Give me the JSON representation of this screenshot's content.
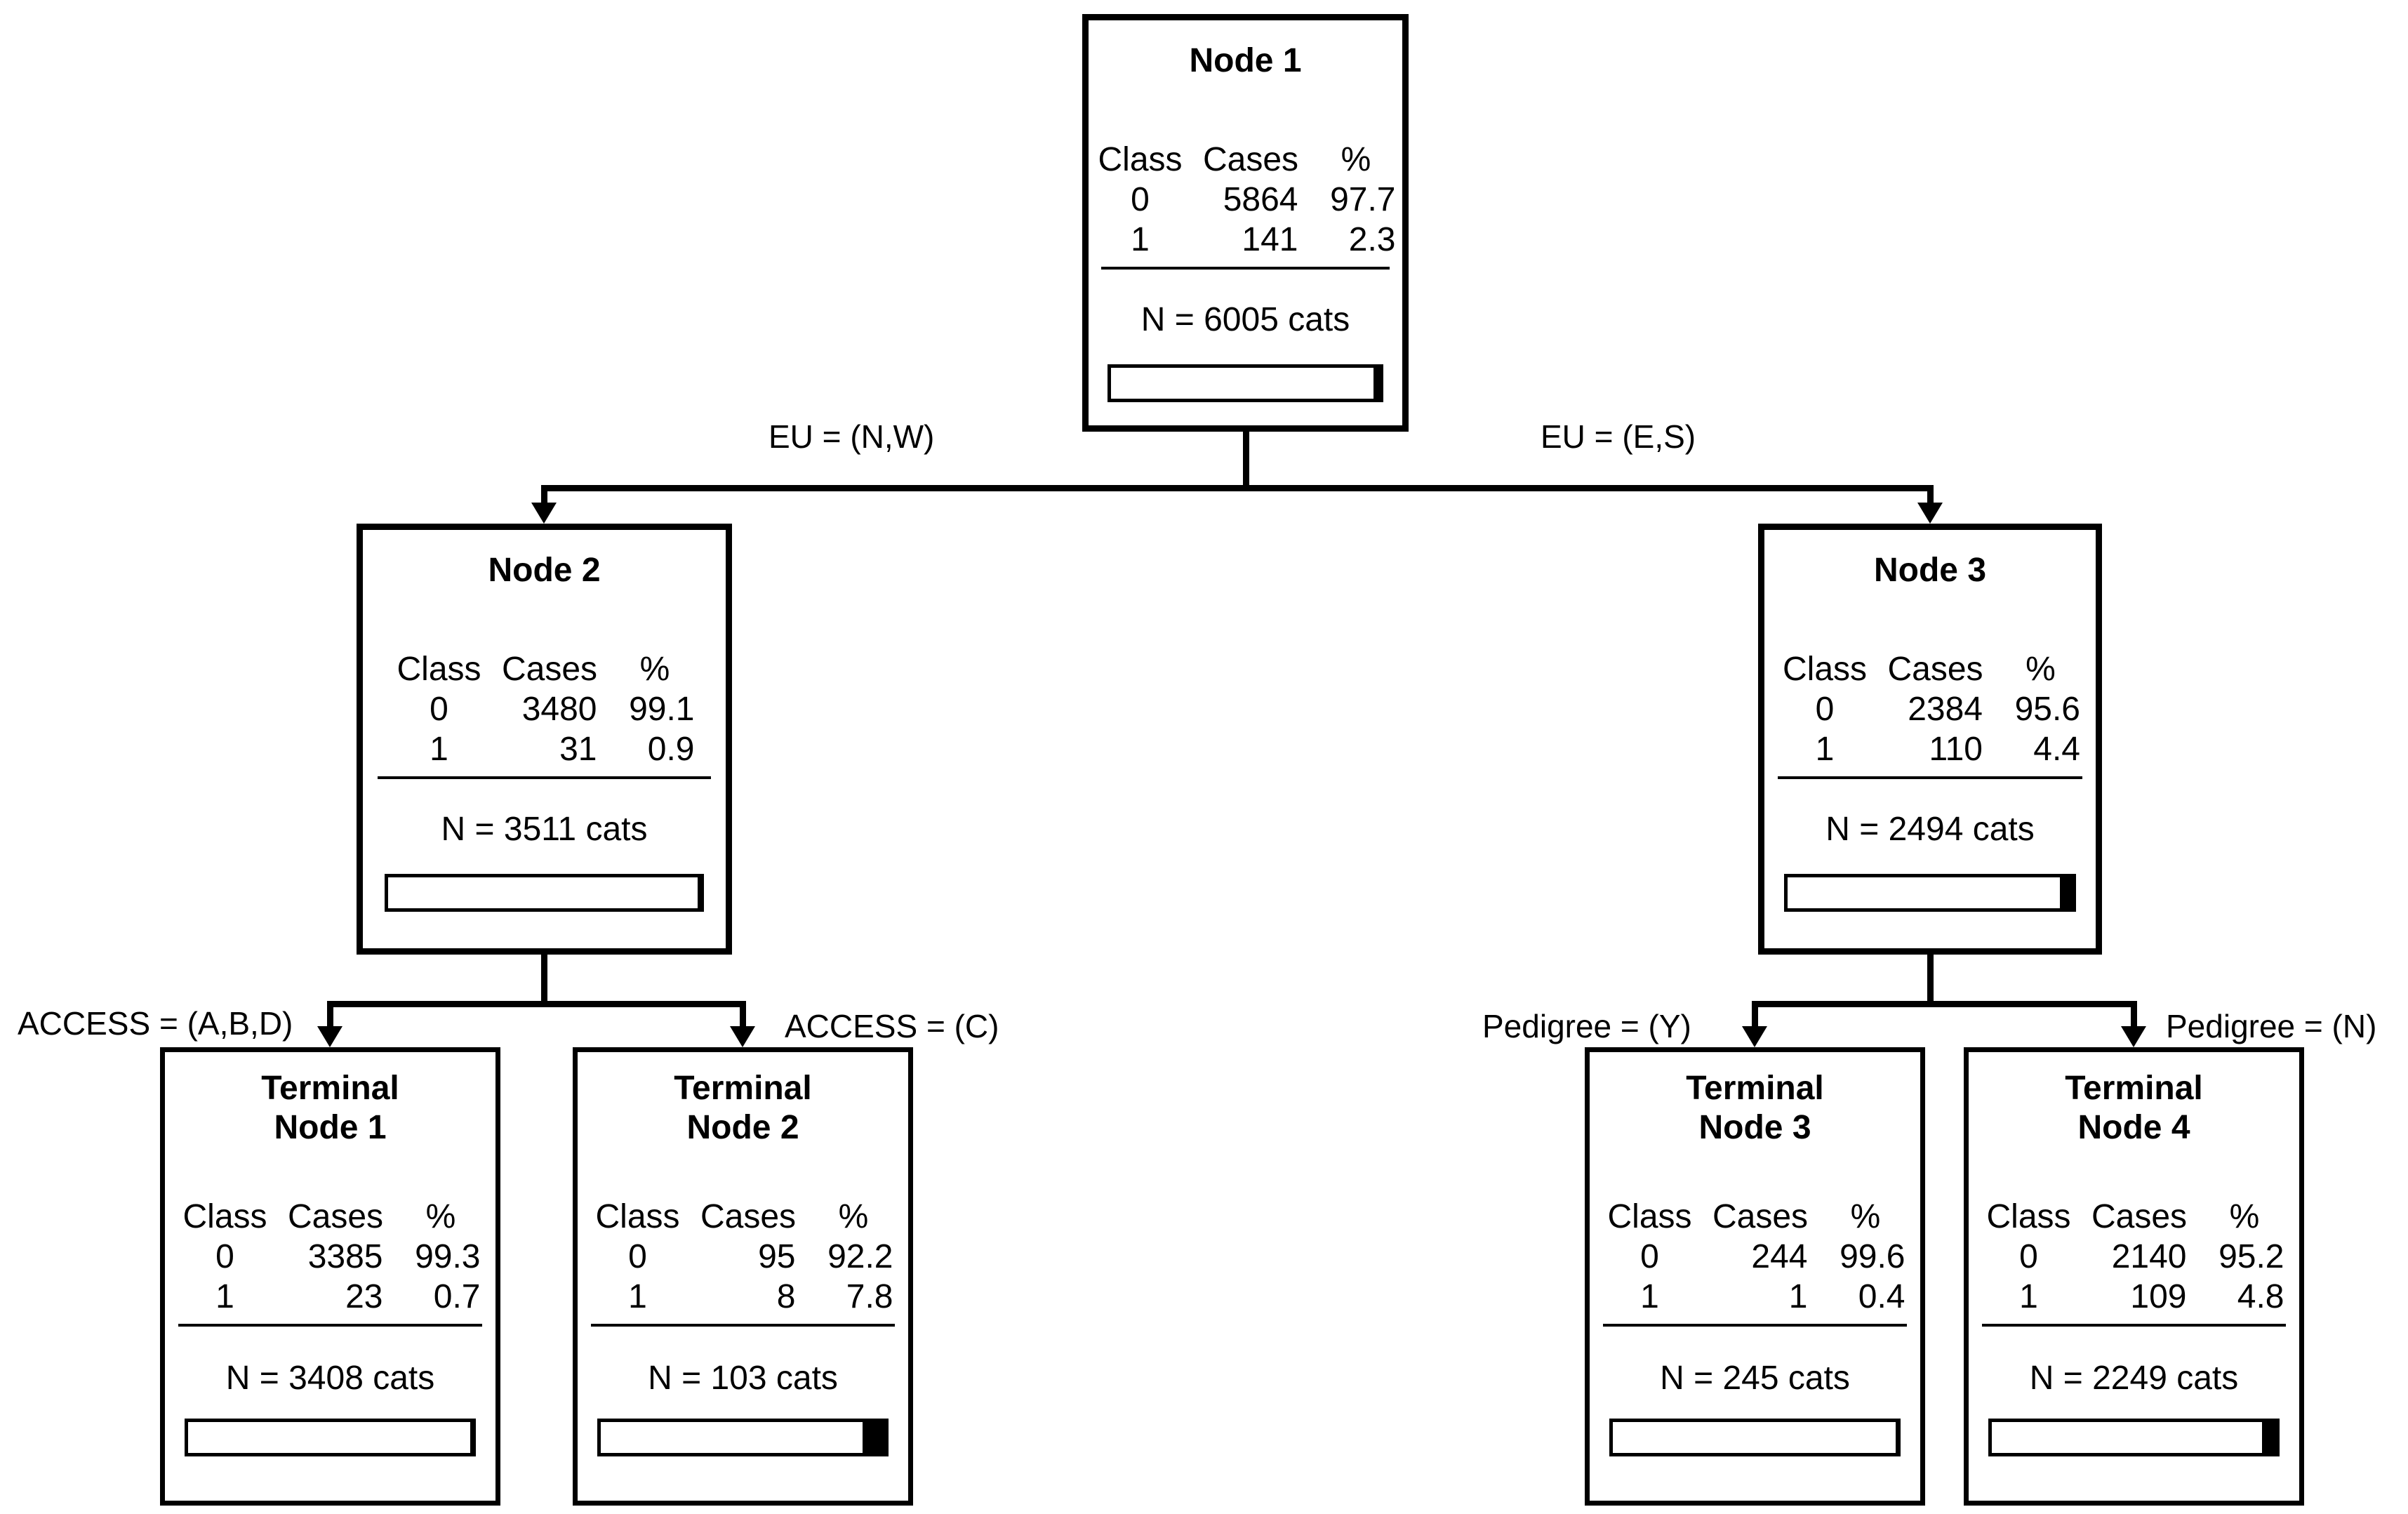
{
  "colors": {
    "foreground": "#000000",
    "background": "#ffffff",
    "class0_fill": "#ffffff",
    "class1_fill": "#000000"
  },
  "tree": {
    "table_headers": [
      "Class",
      "Cases",
      "%"
    ],
    "nodes": {
      "node1": {
        "title_lines": [
          "Node 1"
        ],
        "rows": [
          [
            "0",
            "5864",
            "97.7"
          ],
          [
            "1",
            "141",
            "2.3"
          ]
        ],
        "n_label": "N = 6005 cats",
        "class1_pct": 2.3
      },
      "node2": {
        "title_lines": [
          "Node 2"
        ],
        "rows": [
          [
            "0",
            "3480",
            "99.1"
          ],
          [
            "1",
            "31",
            "0.9"
          ]
        ],
        "n_label": "N = 3511 cats",
        "class1_pct": 0.9
      },
      "node3": {
        "title_lines": [
          "Node 3"
        ],
        "rows": [
          [
            "0",
            "2384",
            "95.6"
          ],
          [
            "1",
            "110",
            "4.4"
          ]
        ],
        "n_label": "N = 2494 cats",
        "class1_pct": 4.4
      },
      "tnode1": {
        "title_lines": [
          "Terminal",
          "Node 1"
        ],
        "rows": [
          [
            "0",
            "3385",
            "99.3"
          ],
          [
            "1",
            "23",
            "0.7"
          ]
        ],
        "n_label": "N = 3408 cats",
        "class1_pct": 0.7
      },
      "tnode2": {
        "title_lines": [
          "Terminal",
          "Node 2"
        ],
        "rows": [
          [
            "0",
            "95",
            "92.2"
          ],
          [
            "1",
            "8",
            "7.8"
          ]
        ],
        "n_label": "N = 103 cats",
        "class1_pct": 7.8
      },
      "tnode3": {
        "title_lines": [
          "Terminal",
          "Node 3"
        ],
        "rows": [
          [
            "0",
            "244",
            "99.6"
          ],
          [
            "1",
            "1",
            "0.4"
          ]
        ],
        "n_label": "N = 245 cats",
        "class1_pct": 0.4
      },
      "tnode4": {
        "title_lines": [
          "Terminal",
          "Node 4"
        ],
        "rows": [
          [
            "0",
            "2140",
            "95.2"
          ],
          [
            "1",
            "109",
            "4.8"
          ]
        ],
        "n_label": "N = 2249 cats",
        "class1_pct": 4.8
      }
    },
    "splits": {
      "node1": {
        "left": "EU = (N,W)",
        "right": "EU = (E,S)"
      },
      "node2": {
        "left": "ACCESS = (A,B,D)",
        "right": "ACCESS = (C)"
      },
      "node3": {
        "left": "Pedigree = (Y)",
        "right": "Pedigree = (N)"
      }
    }
  }
}
